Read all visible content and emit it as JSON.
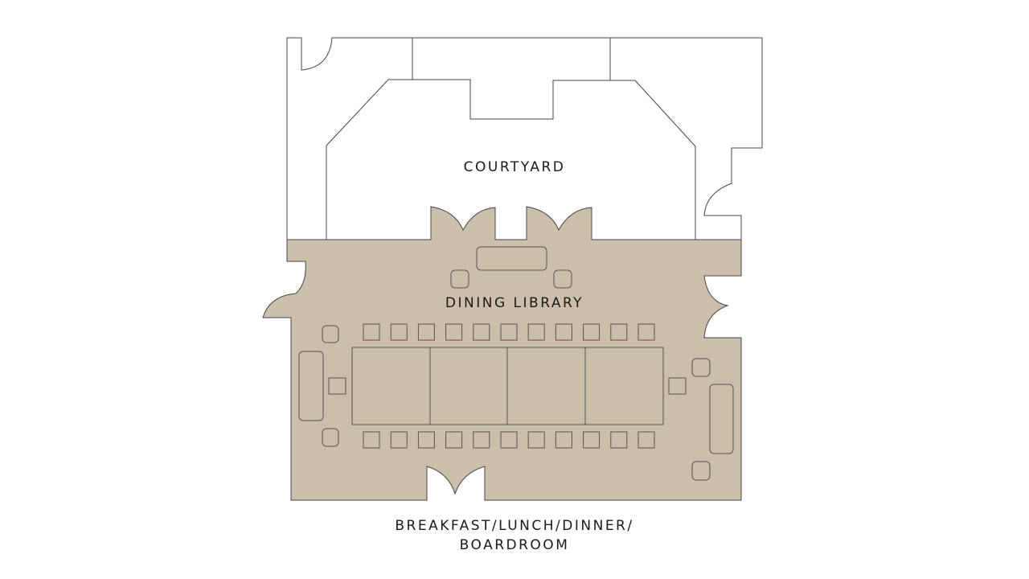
{
  "rooms": {
    "courtyard": "COURTYARD",
    "dining_library": "DINING LIBRARY"
  },
  "caption": {
    "line1": "BREAKFAST/LUNCH/DINNER/",
    "line2": "BOARDROOM"
  },
  "colors": {
    "dining_fill": "#cbbfab",
    "wall_stroke": "#444444"
  },
  "layout_counts": {
    "chairs_per_long_side": 11,
    "table_sections": 4
  }
}
